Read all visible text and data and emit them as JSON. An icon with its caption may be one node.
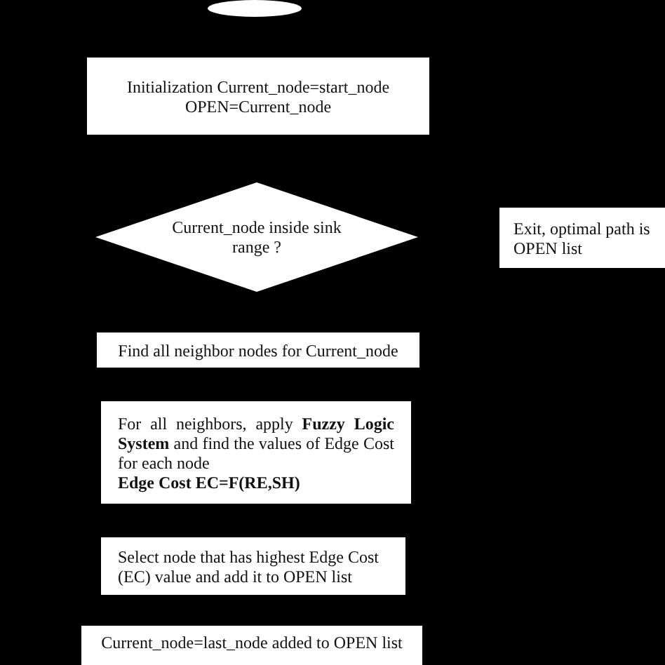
{
  "diagram": {
    "nodes": [
      {
        "text": [],
        "shape": "ellipse"
      },
      {
        "text": [
          "Initialization Current_node=start_node OPEN=Current_node"
        ]
      },
      {
        "text": [
          "Current_node inside sink range ?"
        ]
      },
      {
        "text": [
          "Exit, optimal path is OPEN list"
        ]
      },
      {
        "text": [
          "Find all neighbor nodes for Current_node"
        ]
      },
      {
        "text": [
          "For all neighbors, apply **Fuzzy Logic System** and find the values of Edge Cost for each node",
          "Edge Cost EC=F(RE,SH)"
        ]
      },
      {
        "text": [
          "Select node that has highest Edge Cost (EC) value and add it to OPEN list"
        ]
      },
      {
        "text": [
          "Current_node=last_node added to OPEN list"
        ]
      }
    ]
  }
}
